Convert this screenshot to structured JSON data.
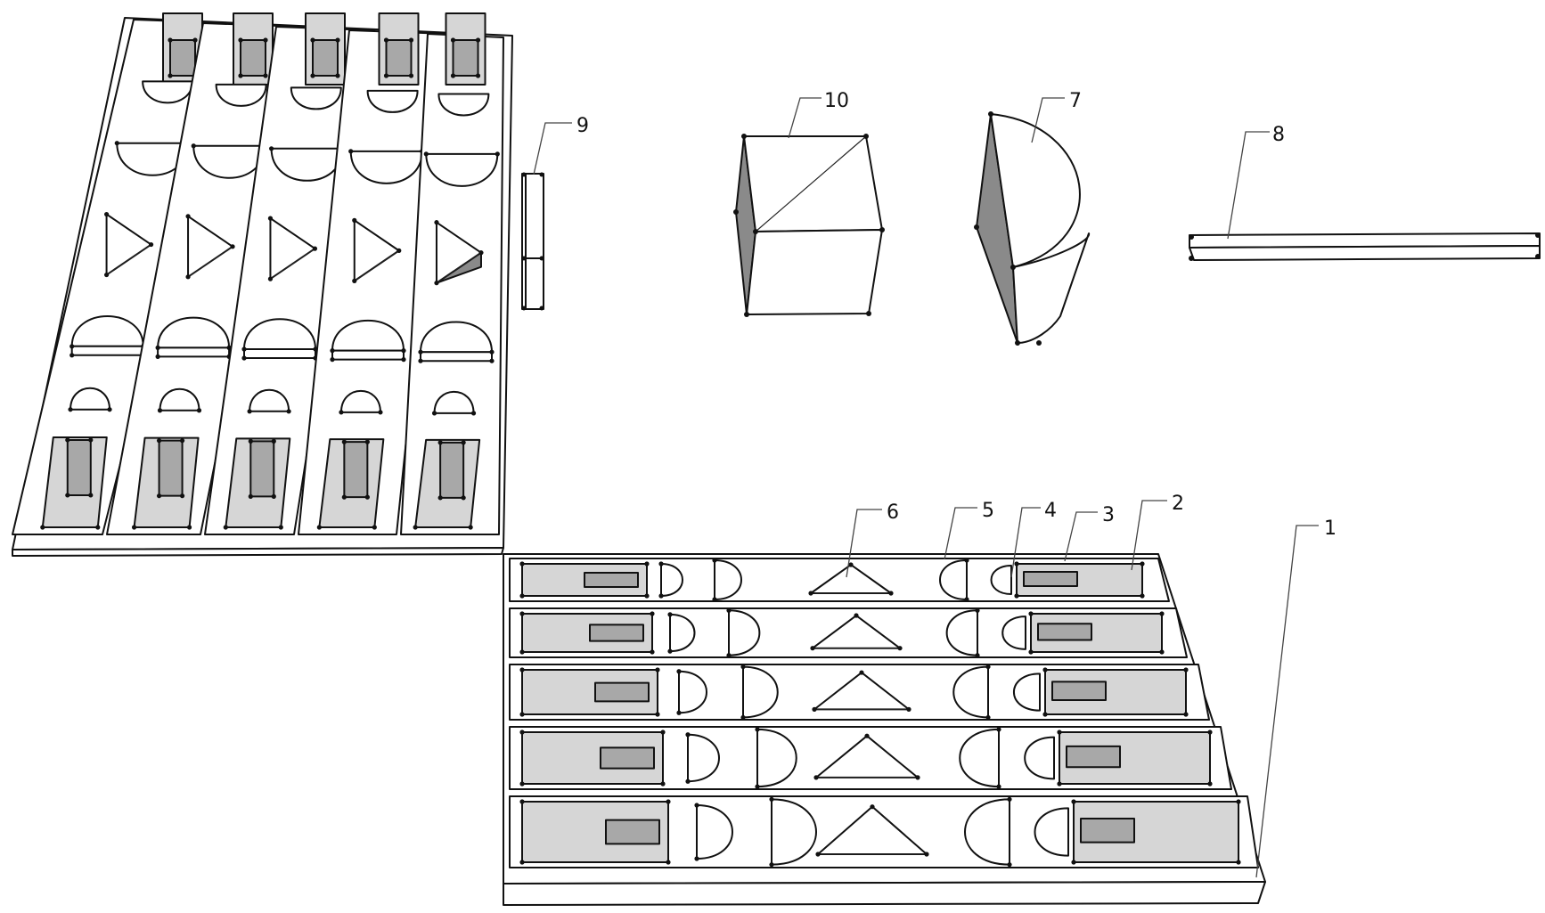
{
  "figure": {
    "labels": [
      {
        "id": "label-1",
        "text": "1"
      },
      {
        "id": "label-2",
        "text": "2"
      },
      {
        "id": "label-3",
        "text": "3"
      },
      {
        "id": "label-4",
        "text": "4"
      },
      {
        "id": "label-5",
        "text": "5"
      },
      {
        "id": "label-6",
        "text": "6"
      },
      {
        "id": "label-7",
        "text": "7"
      },
      {
        "id": "label-8",
        "text": "8"
      },
      {
        "id": "label-9",
        "text": "9"
      },
      {
        "id": "label-10",
        "text": "10"
      }
    ]
  },
  "colors": {
    "line": "#111111",
    "panel_fill": "#d6d6d6",
    "dark_fill": "#8a8a8a",
    "background": "#ffffff"
  }
}
